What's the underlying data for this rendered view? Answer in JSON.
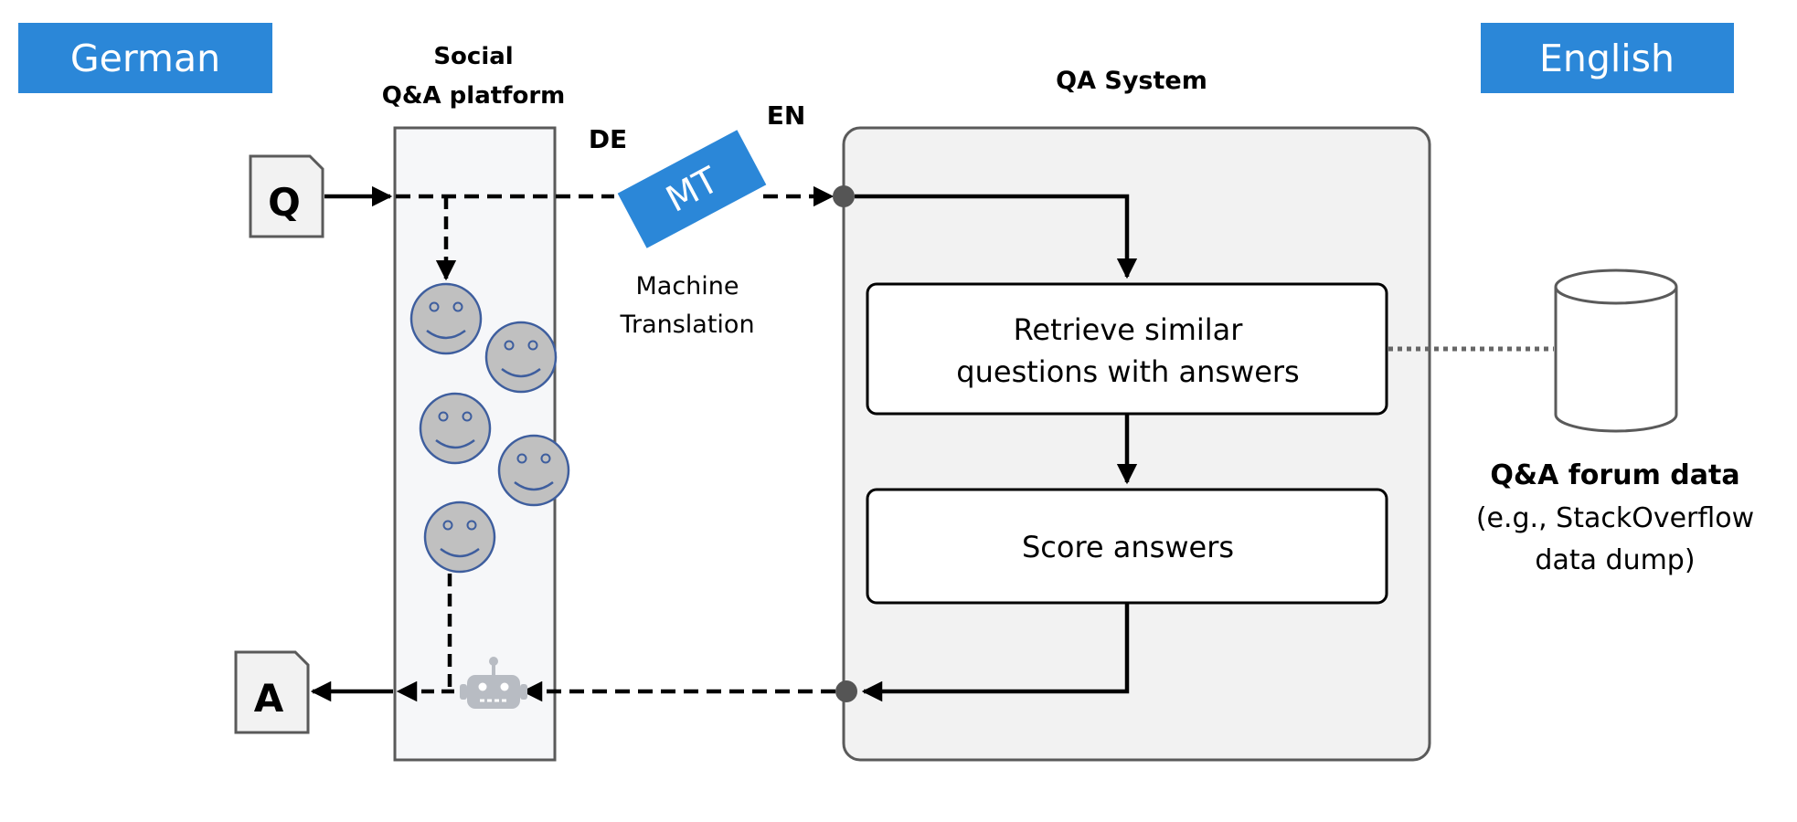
{
  "languages": {
    "left": "German",
    "right": "English"
  },
  "platform": {
    "title_line1": "Social",
    "title_line2": "Q&A platform"
  },
  "docs": {
    "question": "Q",
    "answer": "A"
  },
  "mt": {
    "source_lang": "DE",
    "target_lang": "EN",
    "box_label": "MT",
    "caption_line1": "Machine",
    "caption_line2": "Translation"
  },
  "qa_system": {
    "title": "QA System",
    "step1_line1": "Retrieve similar",
    "step1_line2": "questions with answers",
    "step2": "Score answers"
  },
  "forum": {
    "title": "Q&A forum data",
    "desc_line1": "(e.g., StackOverflow",
    "desc_line2": "data dump)"
  },
  "icons": [
    "smiley-face-icon",
    "robot-icon",
    "database-cylinder-icon",
    "document-icon"
  ],
  "colors": {
    "accent_blue": "#2b87d8",
    "panel_gray": "#f2f2f2",
    "platform_bg": "#f6f7f9",
    "face_fill": "#c0c0c0",
    "face_stroke": "#3e5e9e",
    "robot_gray": "#b8bcc3",
    "line": "#000000",
    "dot": "#555555"
  }
}
